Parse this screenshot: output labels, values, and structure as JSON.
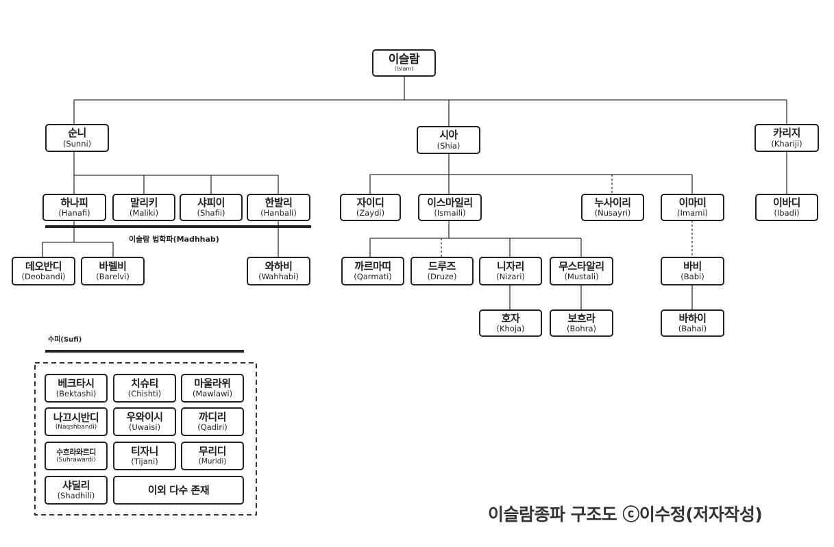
{
  "root": {
    "ko": "이슬람",
    "en": "(Islam)"
  },
  "sects": {
    "sunni": {
      "ko": "순니",
      "en": "(Sunni)"
    },
    "shia": {
      "ko": "시아",
      "en": "(Shia)"
    },
    "khariji": {
      "ko": "카리지",
      "en": "(Khariji)"
    }
  },
  "madhhab_label": "이슬람 법학파(Madhhab)",
  "sunni_schools": [
    {
      "ko": "하나피",
      "en": "(Hanafi)"
    },
    {
      "ko": "말리키",
      "en": "(Maliki)"
    },
    {
      "ko": "샤피이",
      "en": "(Shafii)"
    },
    {
      "ko": "한발리",
      "en": "(Hanbali)"
    }
  ],
  "sunni_sub": [
    {
      "ko": "데오반디",
      "en": "(Deobandi)"
    },
    {
      "ko": "바렐비",
      "en": "(Barelvi)"
    },
    {
      "ko": "와하비",
      "en": "(Wahhabi)"
    }
  ],
  "shia_branches": [
    {
      "ko": "자이디",
      "en": "(Zaydi)"
    },
    {
      "ko": "이스마일리",
      "en": "(Ismaili)"
    },
    {
      "ko": "누사이리",
      "en": "(Nusayri)"
    },
    {
      "ko": "이마미",
      "en": "(Imami)"
    }
  ],
  "ismaili_sub": [
    {
      "ko": "까르마띠",
      "en": "(Qarmati)"
    },
    {
      "ko": "드루즈",
      "en": "(Druze)"
    },
    {
      "ko": "니자리",
      "en": "(Nizari)"
    },
    {
      "ko": "무스타알리",
      "en": "(Mustali)"
    }
  ],
  "nizari_sub": {
    "ko": "호자",
    "en": "(Khoja)"
  },
  "mustali_sub": {
    "ko": "보흐라",
    "en": "(Bohra)"
  },
  "imami_sub": [
    {
      "ko": "바비",
      "en": "(Babi)"
    },
    {
      "ko": "바하이",
      "en": "(Bahai)"
    }
  ],
  "khariji_sub": {
    "ko": "이바디",
    "en": "(Ibadi)"
  },
  "sufi_label": "수피(Sufi)",
  "sufi_orders": [
    {
      "ko": "베크타시",
      "en": "(Bektashi)"
    },
    {
      "ko": "치슈티",
      "en": "(Chishti)"
    },
    {
      "ko": "마울라위",
      "en": "(Mawlawi)"
    },
    {
      "ko": "나끄시반디",
      "en": "(Naqshbandi)"
    },
    {
      "ko": "우와이시",
      "en": "(Uwaisi)"
    },
    {
      "ko": "까디리",
      "en": "(Qadiri)"
    },
    {
      "ko": "수흐라와르디",
      "en": "(Suhrawardi)"
    },
    {
      "ko": "티자니",
      "en": "(Tijani)"
    },
    {
      "ko": "무리디",
      "en": "(Muridi)"
    },
    {
      "ko": "샤딜리",
      "en": "(Shadhili)"
    }
  ],
  "sufi_others": "이외 다수 존재",
  "credit": "이슬람종파 구조도 ⓒ이수정(저자작성)"
}
